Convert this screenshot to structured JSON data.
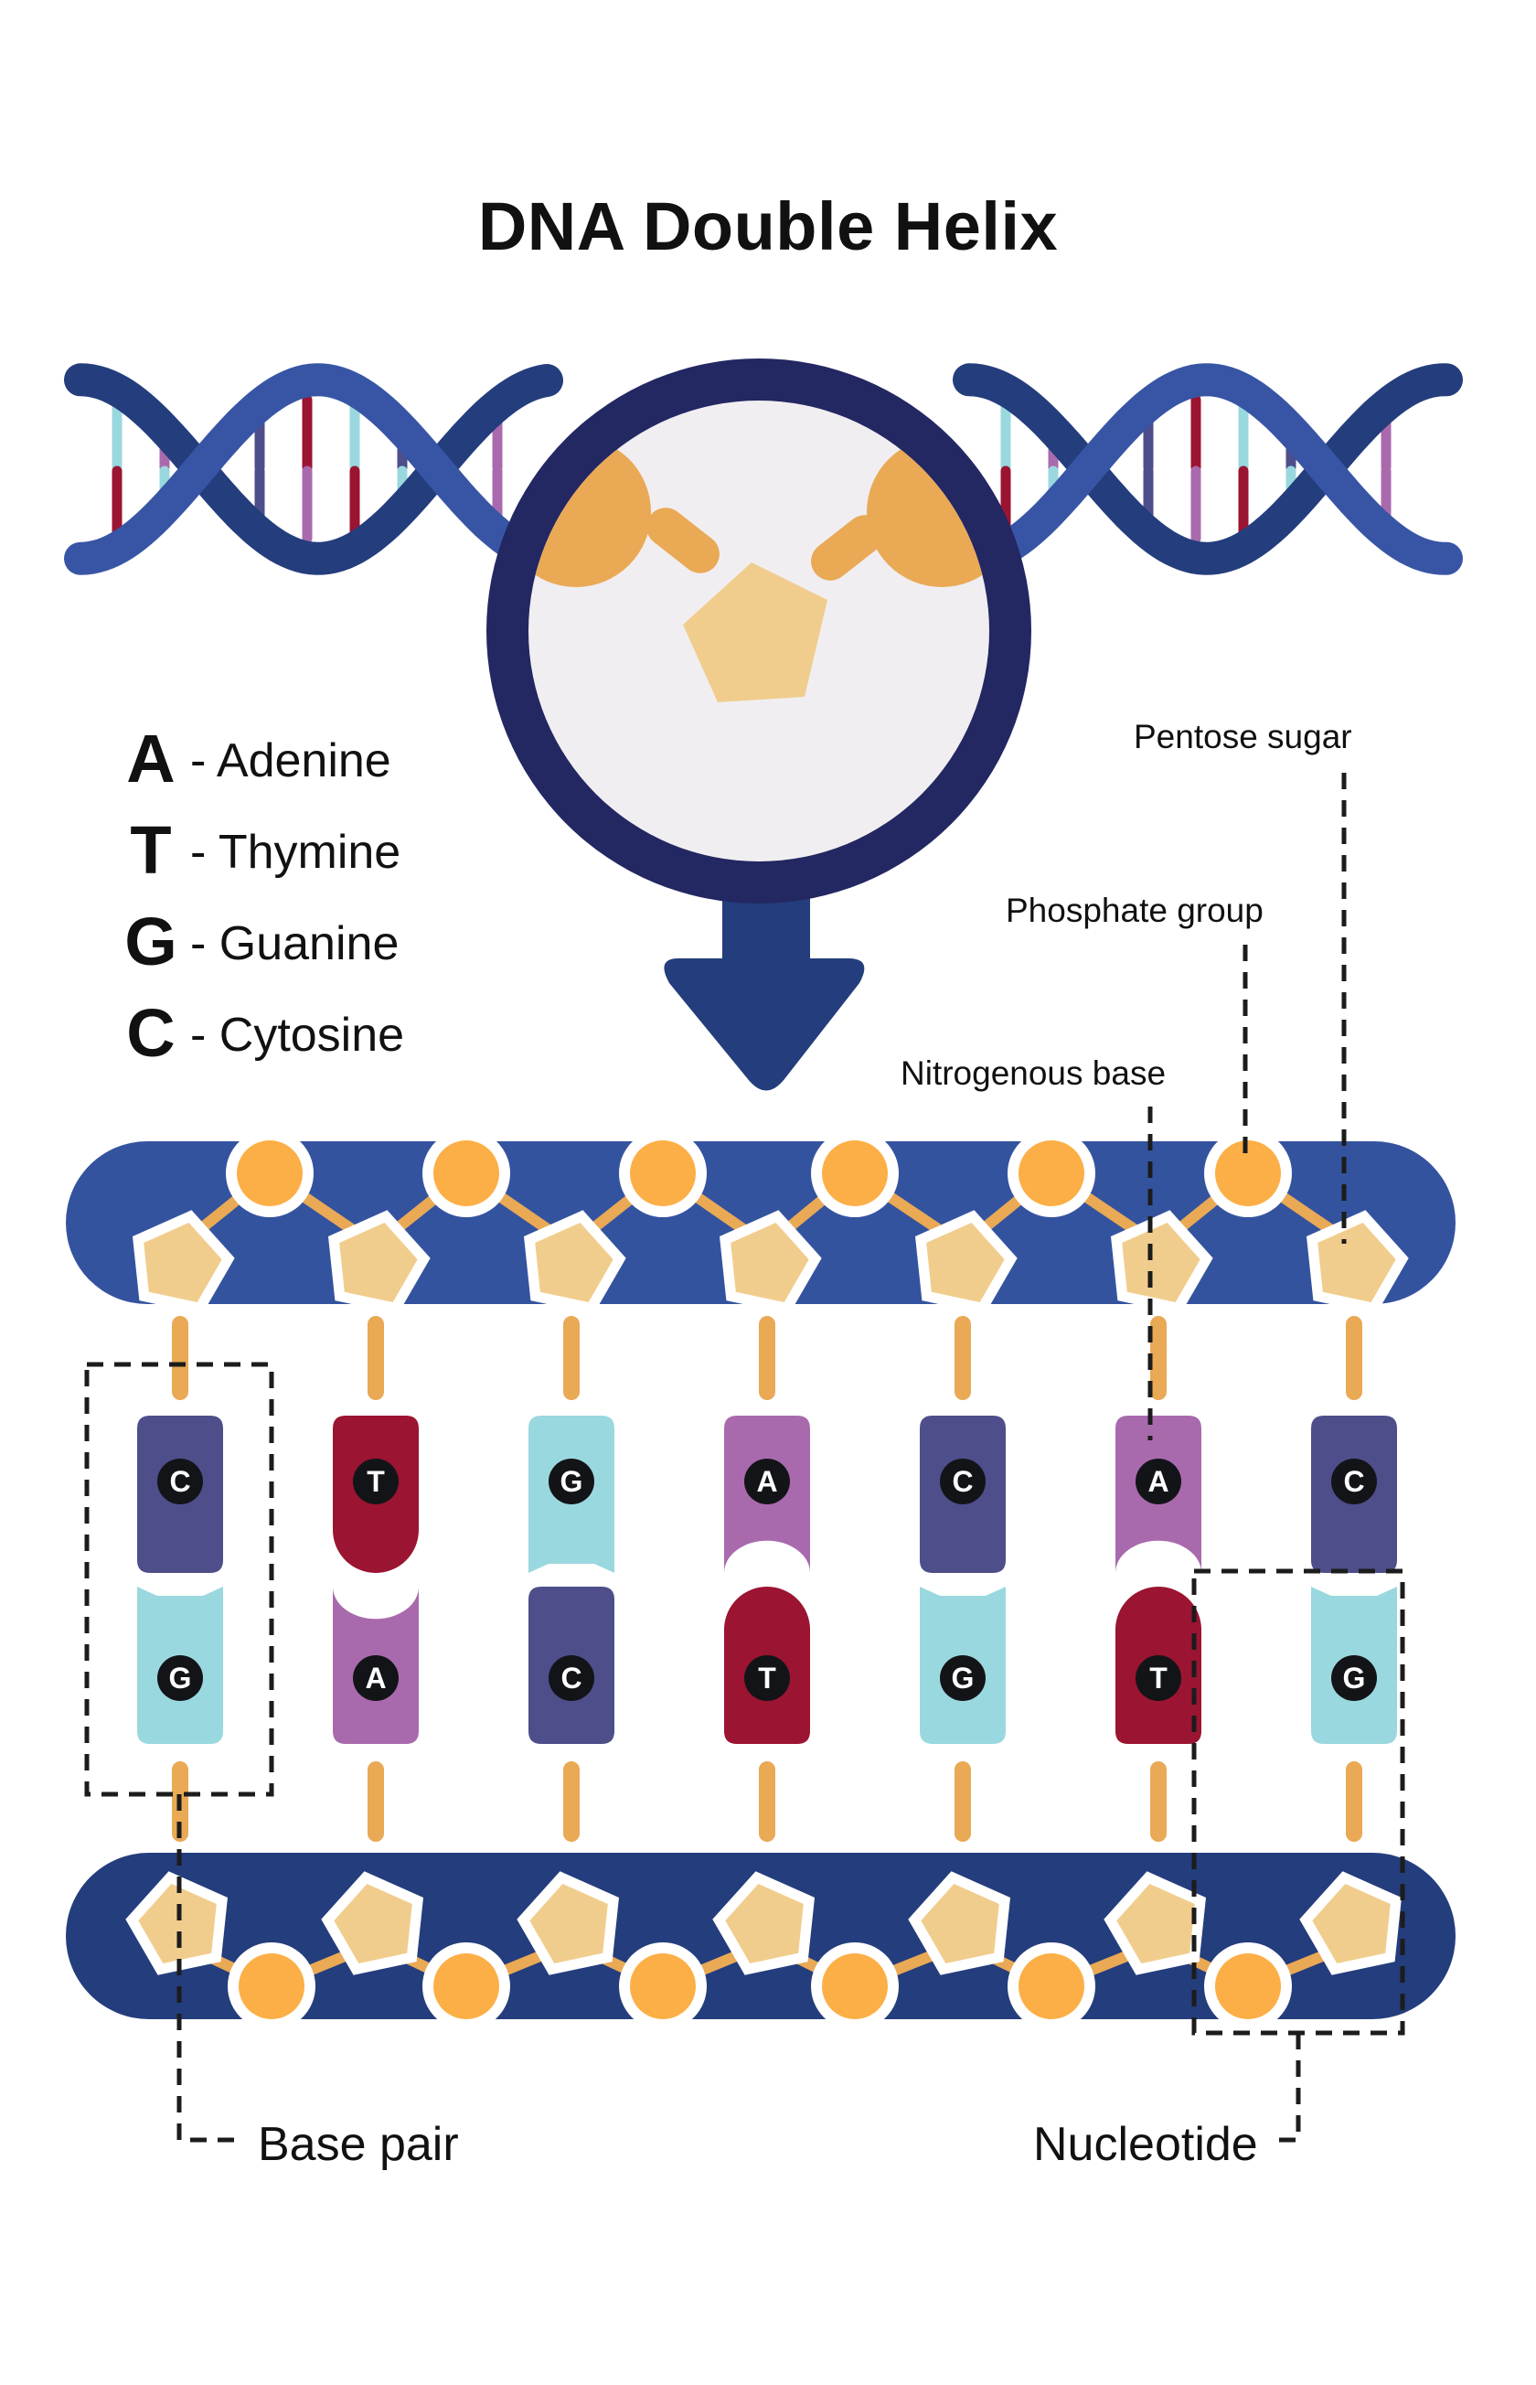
{
  "title": "DNA Double Helix",
  "legend": [
    {
      "letter": "A",
      "name": "- Adenine"
    },
    {
      "letter": "T",
      "name": "- Thymine"
    },
    {
      "letter": "G",
      "name": "- Guanine"
    },
    {
      "letter": "C",
      "name": "- Cytosine"
    }
  ],
  "labels": {
    "pentose_sugar": "Pentose sugar",
    "phosphate_group": "Phosphate group",
    "nitrogenous_base": "Nitrogenous base",
    "base_pair": "Base pair",
    "nucleotide": "Nucleotide"
  },
  "base_pairs": [
    {
      "top": "C",
      "bottom": "G"
    },
    {
      "top": "T",
      "bottom": "A"
    },
    {
      "top": "G",
      "bottom": "C"
    },
    {
      "top": "A",
      "bottom": "T"
    },
    {
      "top": "C",
      "bottom": "G"
    },
    {
      "top": "A",
      "bottom": "T"
    },
    {
      "top": "C",
      "bottom": "G"
    }
  ],
  "colors": {
    "adenine": "#a96aad",
    "thymine": "#9b1431",
    "guanine": "#9ad8df",
    "cytosine": "#4d4e8a",
    "backbone_top": "#34539f",
    "backbone_bottom": "#243d7c",
    "strand_dark": "#243d7c",
    "strand_light": "#3855a5",
    "lens_ring": "#232762",
    "lens_fill": "#f1eef1",
    "sugar": "#f1cd8d",
    "phosphate": "#fcaf46",
    "connector": "#e9a955",
    "arrow": "#243d7c"
  }
}
